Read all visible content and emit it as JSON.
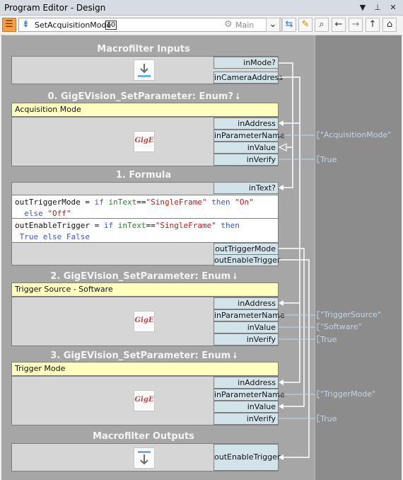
{
  "window": {
    "title": "Program Editor - Design",
    "controls": [
      "▼",
      "⊥",
      "✕"
    ]
  },
  "toolbar": {
    "macro_name": "SetAcquisitionMode",
    "io_badge": "IO",
    "worker_task": "Main"
  },
  "sections": {
    "inputs_title": "Macrofilter Inputs",
    "inputs_ports": [
      "inMode?",
      "inCameraAddress"
    ],
    "f0_title": "0. GigEVision_SetParameter: Enum?",
    "f0_param": "Acquisition Mode",
    "f0_ports": [
      "inAddress",
      "inParameterName",
      "inValue",
      "inVerify"
    ],
    "f0_values": [
      "\"AcquisitionMode\"",
      "True"
    ],
    "formula_title": "1. Formula",
    "formula_in_port": "inText?",
    "formula_out_ports": [
      "outTriggerMode",
      "outEnableTrigger"
    ],
    "f2_title": "2. GigEVision_SetParameter: Enum",
    "f2_param": "Trigger Source - Software",
    "f2_ports": [
      "inAddress",
      "inParameterName",
      "inValue",
      "inVerify"
    ],
    "f2_values": [
      "\"TriggerSource\"",
      "\"Software\"",
      "True"
    ],
    "f3_title": "3. GigEVision_SetParameter: Enum",
    "f3_param": "Trigger Mode",
    "f3_ports": [
      "inAddress",
      "inParameterName",
      "inValue",
      "inVerify"
    ],
    "f3_values": [
      "\"TriggerMode\"",
      "True"
    ],
    "outputs_title": "Macrofilter Outputs",
    "outputs_port": "outEnableTrigger"
  },
  "formula": {
    "l1_a": "outTriggerMode",
    "l1_b": " = ",
    "l1_if": "if",
    "l1_c": " ",
    "l1_in": "inText",
    "l1_eq": "==",
    "l1_s1": "\"SingleFrame\"",
    "l1_then": " then ",
    "l1_s2": "\"On\"",
    "l2_else": "else",
    "l2_s": "\"Off\"",
    "l3_a": "outEnableTrigger",
    "l3_b": " = ",
    "l3_if": "if",
    "l3_in": "inText",
    "l3_eq": "==",
    "l3_s1": "\"SingleFrame\"",
    "l3_then": " then",
    "l4_true": "True",
    "l4_else": " else ",
    "l4_false": "False"
  },
  "gige_logo": "GigE",
  "colors": {
    "canvas": "#a6a6a6",
    "port": "#d3e3ea",
    "param_row": "#ffffc0",
    "wire": "#ffffff",
    "value_text": "#c5d6e8"
  }
}
